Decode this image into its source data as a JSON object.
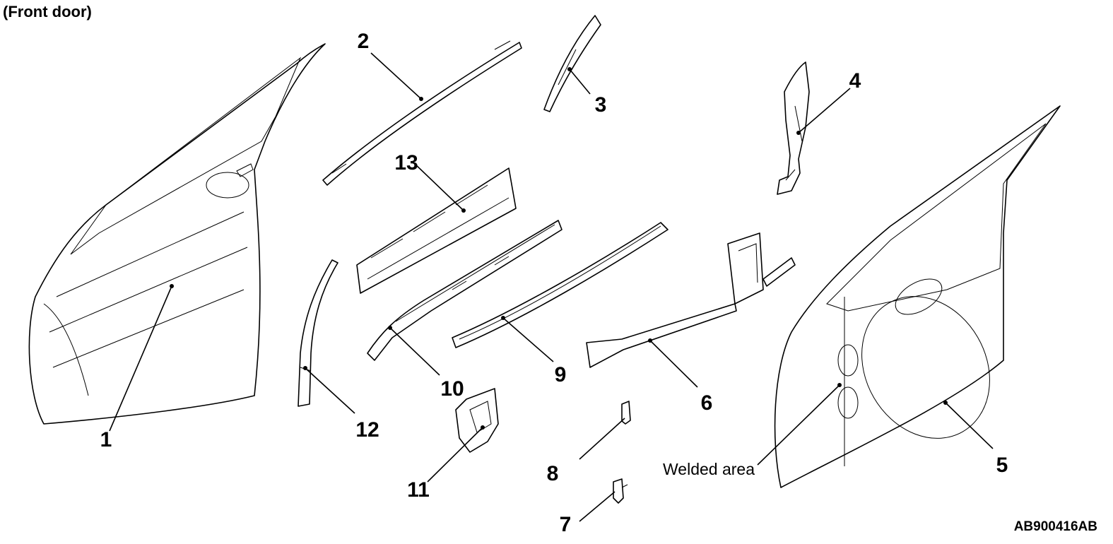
{
  "title": "(Front door)",
  "reference_code": "AB900416AB",
  "callouts": [
    {
      "id": "1",
      "label": "1"
    },
    {
      "id": "2",
      "label": "2"
    },
    {
      "id": "3",
      "label": "3"
    },
    {
      "id": "4",
      "label": "4"
    },
    {
      "id": "5",
      "label": "5"
    },
    {
      "id": "6",
      "label": "6"
    },
    {
      "id": "7",
      "label": "7"
    },
    {
      "id": "8",
      "label": "8"
    },
    {
      "id": "9",
      "label": "9"
    },
    {
      "id": "10",
      "label": "10"
    },
    {
      "id": "11",
      "label": "11"
    },
    {
      "id": "12",
      "label": "12"
    },
    {
      "id": "13",
      "label": "13"
    }
  ],
  "annotation": {
    "welded_area": "Welded area"
  }
}
